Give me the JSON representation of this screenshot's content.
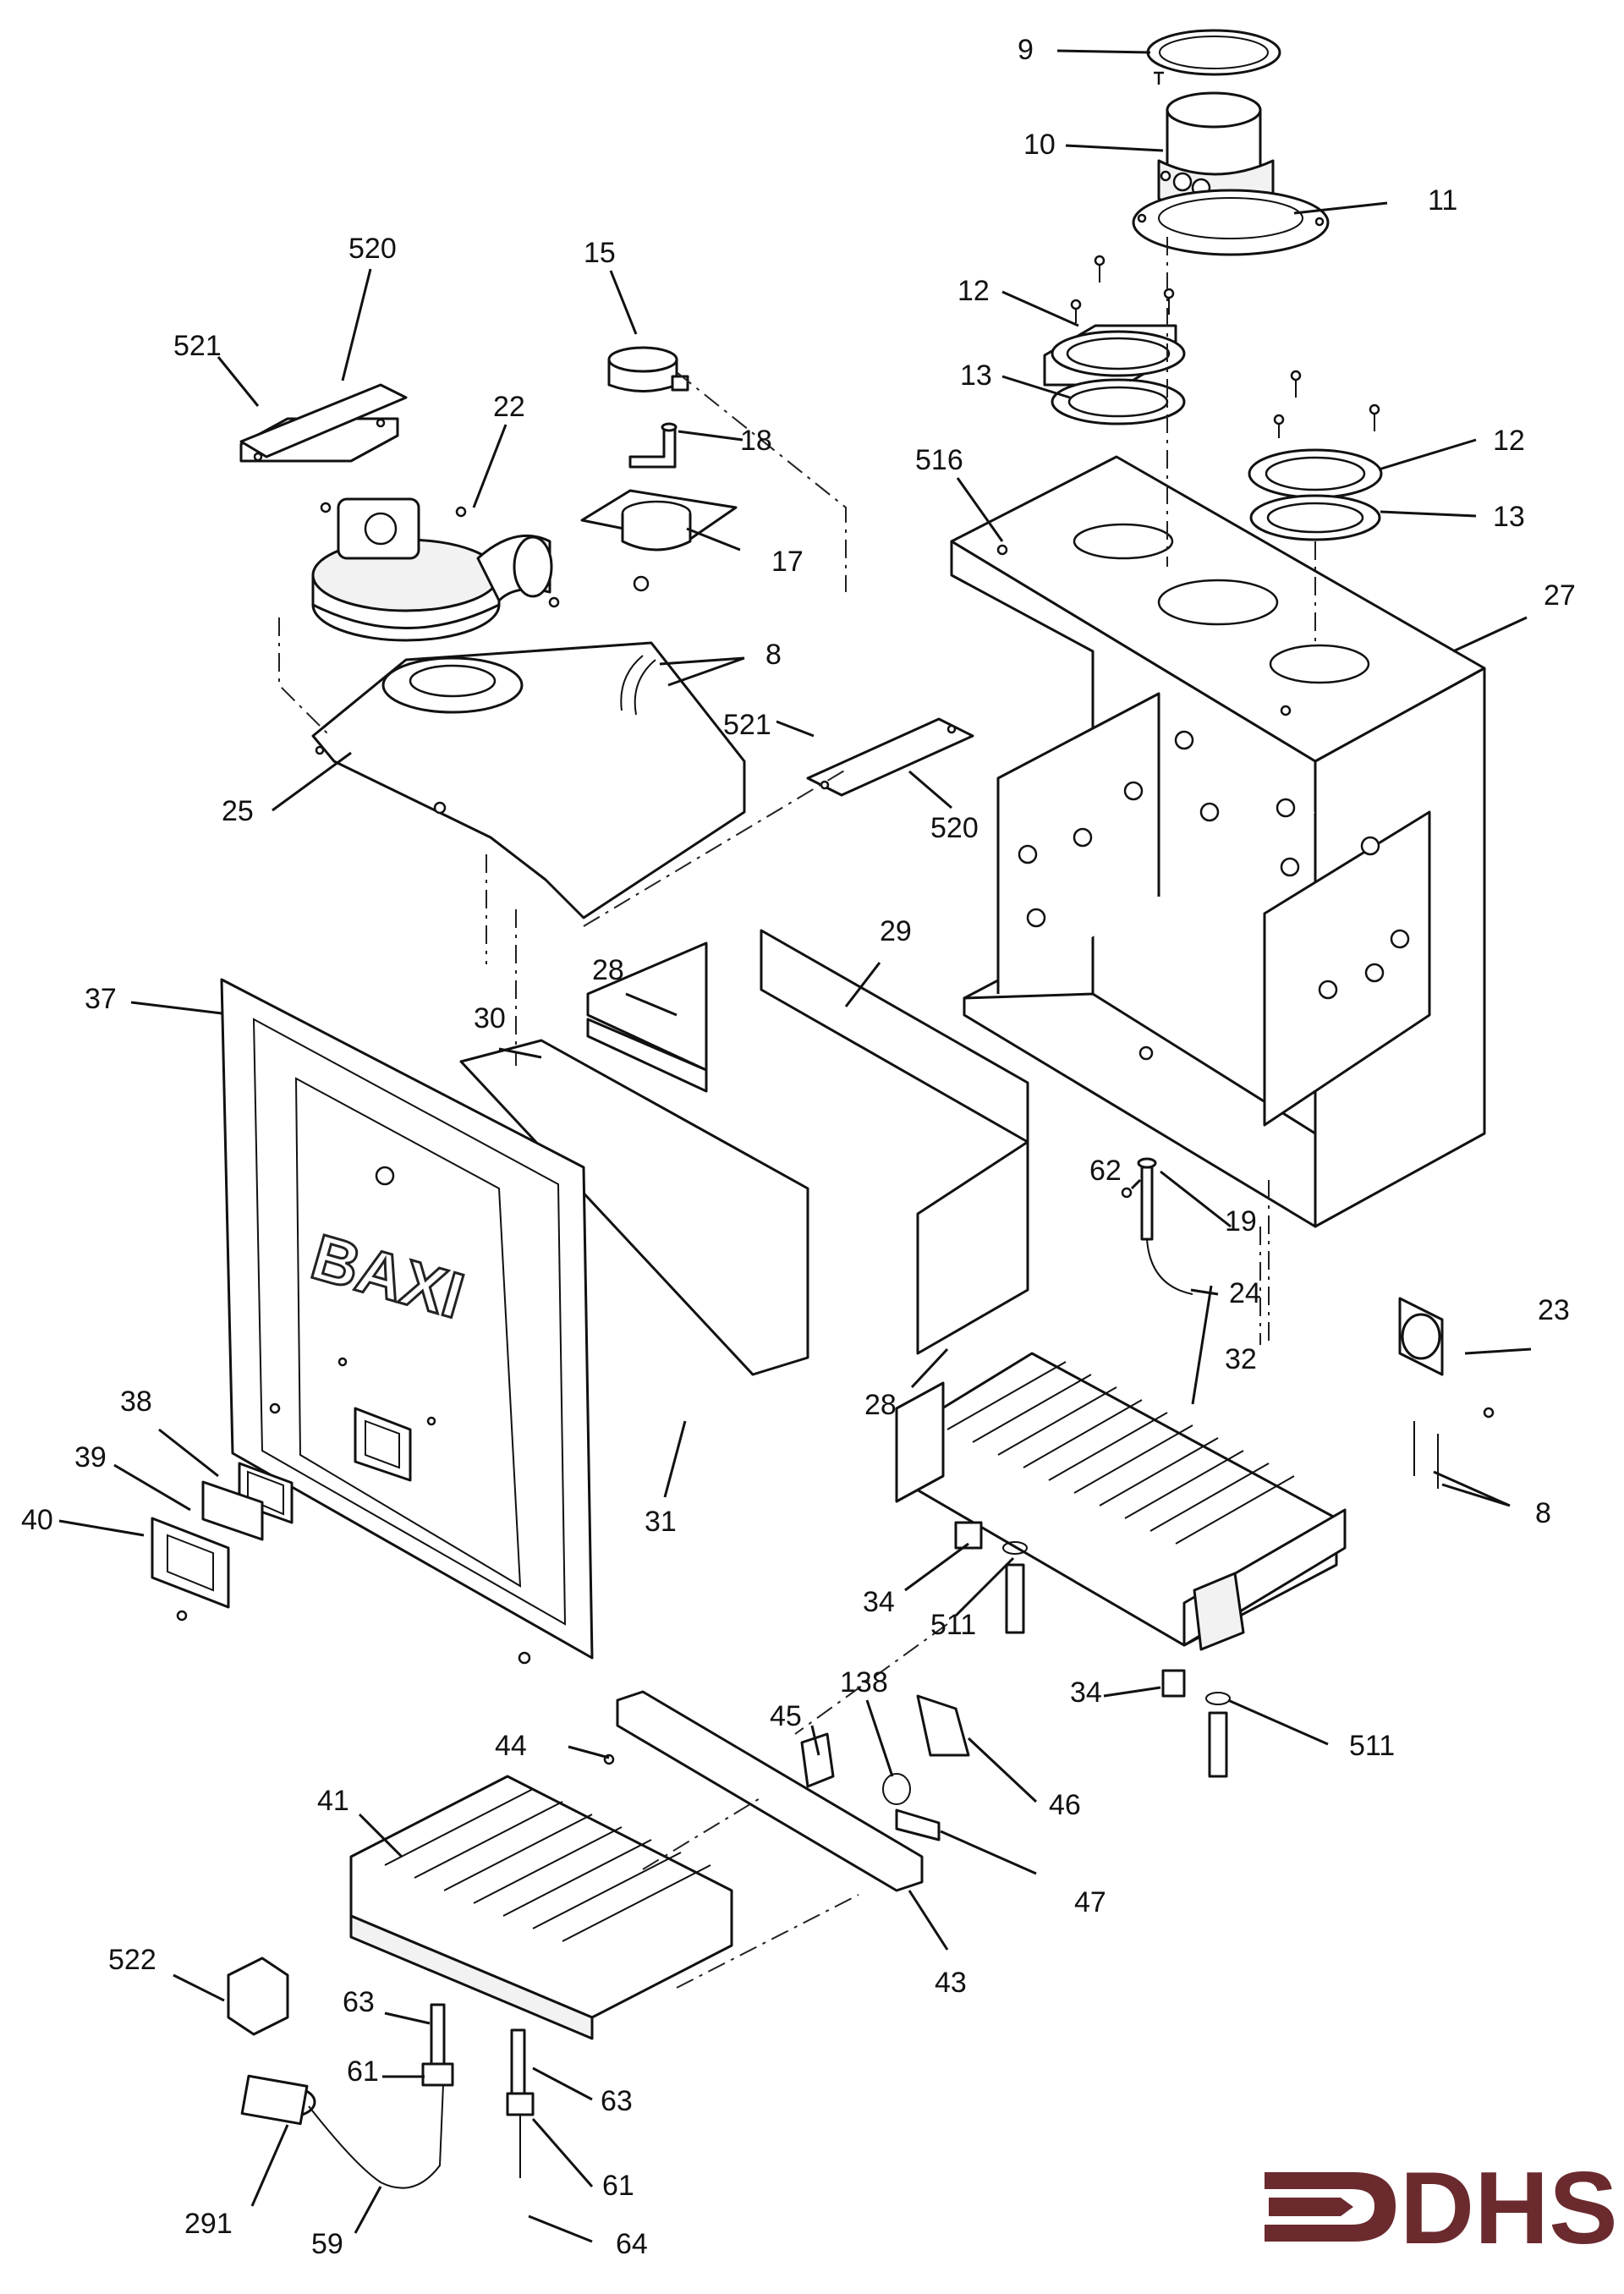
{
  "callouts": [
    {
      "id": "c-9",
      "text": "9"
    },
    {
      "id": "c-10",
      "text": "10"
    },
    {
      "id": "c-11",
      "text": "11"
    },
    {
      "id": "c-12a",
      "text": "12"
    },
    {
      "id": "c-13a",
      "text": "13"
    },
    {
      "id": "c-12b",
      "text": "12"
    },
    {
      "id": "c-13b",
      "text": "13"
    },
    {
      "id": "c-516",
      "text": "516"
    },
    {
      "id": "c-27",
      "text": "27"
    },
    {
      "id": "c-520a",
      "text": "520"
    },
    {
      "id": "c-521a",
      "text": "521"
    },
    {
      "id": "c-15",
      "text": "15"
    },
    {
      "id": "c-22",
      "text": "22"
    },
    {
      "id": "c-18",
      "text": "18"
    },
    {
      "id": "c-17",
      "text": "17"
    },
    {
      "id": "c-8a",
      "text": "8"
    },
    {
      "id": "c-521b",
      "text": "521"
    },
    {
      "id": "c-520b",
      "text": "520"
    },
    {
      "id": "c-25",
      "text": "25"
    },
    {
      "id": "c-29",
      "text": "29"
    },
    {
      "id": "c-28a",
      "text": "28"
    },
    {
      "id": "c-30",
      "text": "30"
    },
    {
      "id": "c-37",
      "text": "37"
    },
    {
      "id": "c-62",
      "text": "62"
    },
    {
      "id": "c-19",
      "text": "19"
    },
    {
      "id": "c-24",
      "text": "24"
    },
    {
      "id": "c-23",
      "text": "23"
    },
    {
      "id": "c-32",
      "text": "32"
    },
    {
      "id": "c-28b",
      "text": "28"
    },
    {
      "id": "c-38",
      "text": "38"
    },
    {
      "id": "c-39",
      "text": "39"
    },
    {
      "id": "c-40",
      "text": "40"
    },
    {
      "id": "c-31",
      "text": "31"
    },
    {
      "id": "c-8b",
      "text": "8"
    },
    {
      "id": "c-34a",
      "text": "34"
    },
    {
      "id": "c-511a",
      "text": "511"
    },
    {
      "id": "c-34b",
      "text": "34"
    },
    {
      "id": "c-511b",
      "text": "511"
    },
    {
      "id": "c-138",
      "text": "138"
    },
    {
      "id": "c-45",
      "text": "45"
    },
    {
      "id": "c-44",
      "text": "44"
    },
    {
      "id": "c-46",
      "text": "46"
    },
    {
      "id": "c-41",
      "text": "41"
    },
    {
      "id": "c-47",
      "text": "47"
    },
    {
      "id": "c-43",
      "text": "43"
    },
    {
      "id": "c-522",
      "text": "522"
    },
    {
      "id": "c-63a",
      "text": "63"
    },
    {
      "id": "c-61a",
      "text": "61"
    },
    {
      "id": "c-63b",
      "text": "63"
    },
    {
      "id": "c-61b",
      "text": "61"
    },
    {
      "id": "c-291",
      "text": "291"
    },
    {
      "id": "c-59",
      "text": "59"
    },
    {
      "id": "c-64",
      "text": "64"
    }
  ],
  "panel_brand": "BAXI",
  "logo": {
    "text": "DHS",
    "color": "#6b2a2e"
  }
}
